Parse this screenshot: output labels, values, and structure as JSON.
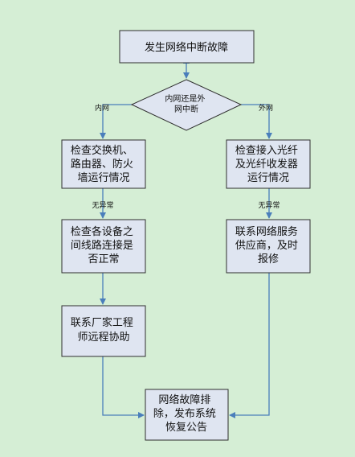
{
  "nodes": {
    "start": [
      "发生网络中断故障"
    ],
    "decision": [
      "内网还是外",
      "网中断"
    ],
    "check_switch": [
      "检查交换机、",
      "路由器、防火",
      "墙运行情况"
    ],
    "check_fiber": [
      "检查接入光纤",
      "及光纤收发器",
      "运行情况"
    ],
    "check_lines": [
      "检查各设备之",
      "间线路连接是",
      "否正常"
    ],
    "contact_provider": [
      "联系网络服务",
      "供应商，及时",
      "报修"
    ],
    "contact_vendor": [
      "联系厂家工程",
      "师远程协助"
    ],
    "resolved": [
      "网络故障排",
      "除，发布系统",
      "恢复公告"
    ]
  },
  "edge_labels": {
    "inner": "内网",
    "outer": "外网",
    "no_issue_left": "无异常",
    "no_issue_right": "无异常"
  },
  "colors": {
    "background": "#d5eed5",
    "box_fill": "#dfe5f1",
    "box_stroke": "#2f2f2f",
    "arrow": "#4a7ebb"
  }
}
